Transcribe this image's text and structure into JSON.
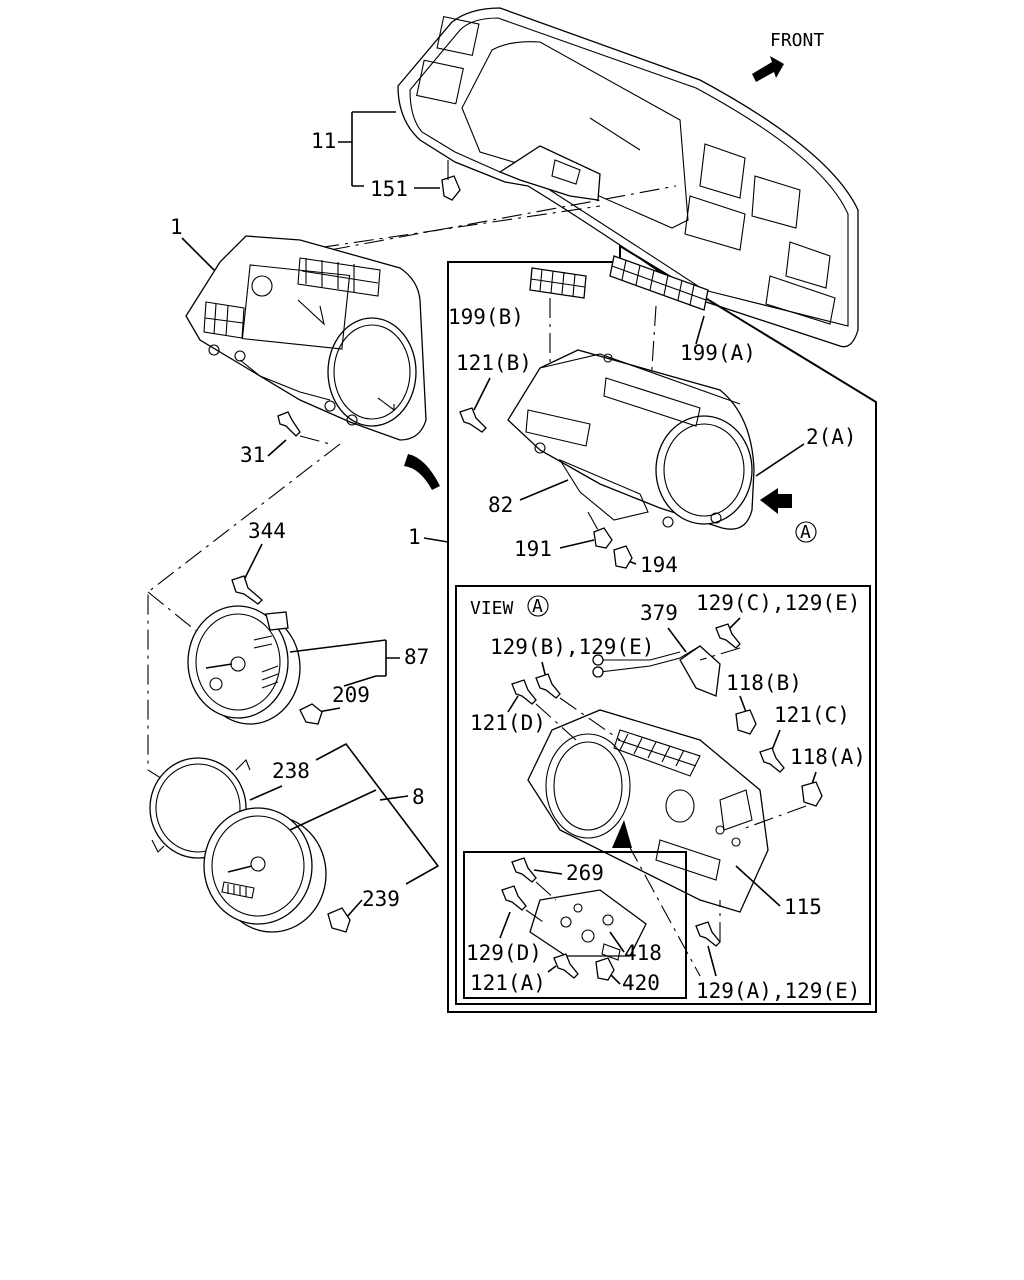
{
  "labels": {
    "front": "FRONT",
    "p11": "11",
    "p151": "151",
    "p1a": "1",
    "p1b": "1",
    "p31": "31",
    "p344": "344",
    "p87": "87",
    "p209": "209",
    "p238": "238",
    "p8": "8",
    "p239": "239",
    "p199b": "199(B)",
    "p199a": "199(A)",
    "p121b": "121(B)",
    "p2a": "2(A)",
    "p82": "82",
    "p191": "191",
    "p194": "194",
    "view_word": "VIEW",
    "view_letter": "A",
    "callout_letter": "A",
    "p379": "379",
    "p129ce": "129(C),129(E)",
    "p129be": "129(B),129(E)",
    "p118b": "118(B)",
    "p121d": "121(D)",
    "p121c": "121(C)",
    "p118a": "118(A)",
    "p115": "115",
    "p129ae": "129(A),129(E)",
    "p269": "269",
    "p129d": "129(D)",
    "p418": "418",
    "p121a": "121(A)",
    "p420": "420"
  }
}
